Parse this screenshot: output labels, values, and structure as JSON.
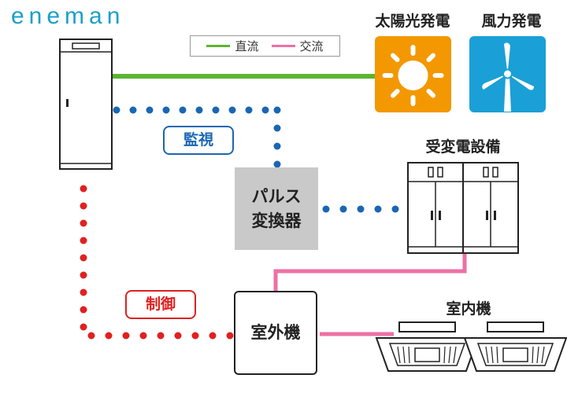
{
  "brand": {
    "name": "eneman"
  },
  "legend": {
    "dc_label": "直流",
    "ac_label": "交流"
  },
  "sources": {
    "solar_label": "太陽光発電",
    "wind_label": "風力発電"
  },
  "nodes": {
    "pulse_converter_line1": "パルス",
    "pulse_converter_line2": "変換器",
    "substation_label": "受変電設備",
    "outdoor_unit_label": "室外機",
    "indoor_unit_label": "室内機"
  },
  "tags": {
    "monitor_label": "監視",
    "control_label": "制御"
  },
  "colors": {
    "dc": "#5cb531",
    "ac": "#ee6fa6",
    "monitor": "#1a66b3",
    "control": "#e02020",
    "solar_bg": "#f39800",
    "wind_bg": "#1aa0d6",
    "converter_bg": "#c9c9c9"
  }
}
